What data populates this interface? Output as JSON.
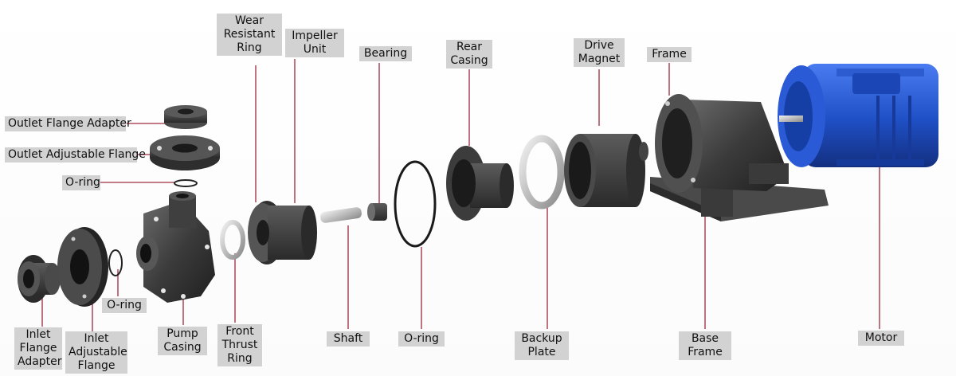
{
  "labels": {
    "wear_resistant_ring": "Wear\nResistant\nRing",
    "impeller_unit": "Impeller\nUnit",
    "bearing": "Bearing",
    "rear_casing": "Rear\nCasing",
    "drive_magnet": "Drive\nMagnet",
    "frame": "Frame",
    "outlet_flange_adapter": "Outlet Flange Adapter",
    "outlet_adjustable_flange": "Outlet Adjustable Flange",
    "o_ring_top": "O-ring",
    "o_ring_left": "O-ring",
    "inlet_flange_adapter": "Inlet\nFlange\nAdapter",
    "inlet_adjustable_flange": "Inlet\nAdjustable\nFlange",
    "pump_casing": "Pump\nCasing",
    "front_thrust_ring": "Front\nThrust\nRing",
    "shaft": "Shaft",
    "o_ring_mid": "O-ring",
    "backup_plate": "Backup\nPlate",
    "base_frame": "Base\nFrame",
    "motor": "Motor"
  },
  "colors": {
    "label_bg": "#d2d2d2",
    "leader_line": "#b05060",
    "part_dark": "#3a3a3a",
    "motor_blue": "#1f4fc4"
  }
}
